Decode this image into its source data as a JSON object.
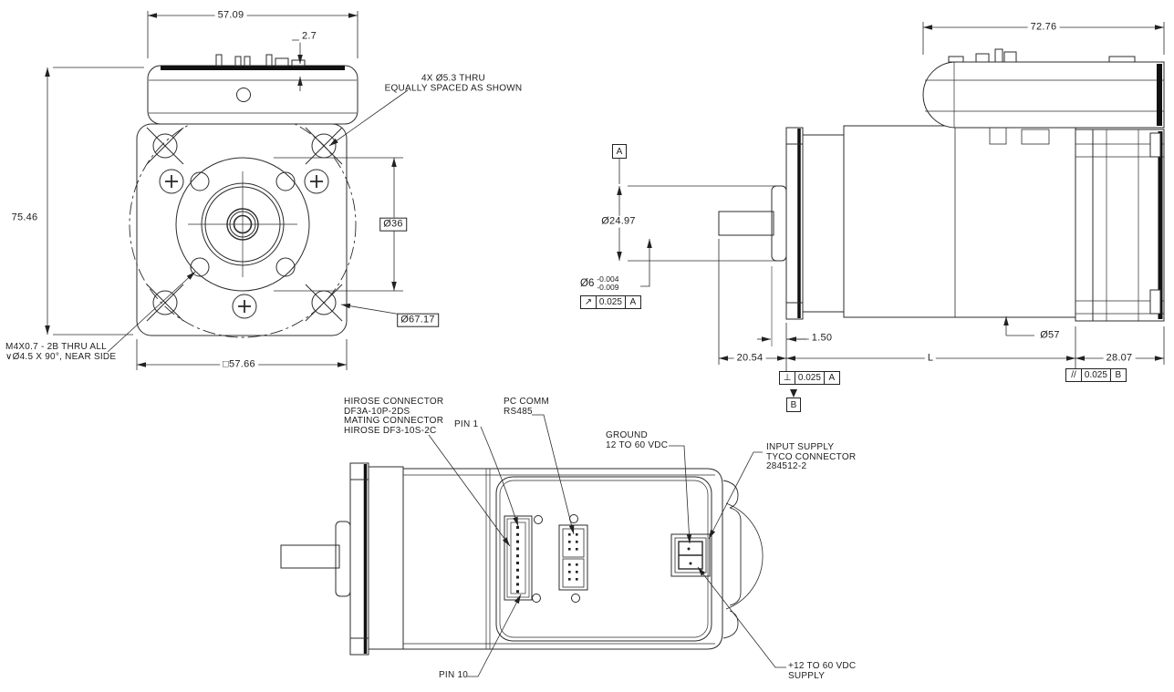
{
  "front": {
    "dim_width": "57.09",
    "dim_step": "2.7",
    "dim_height": "75.46",
    "dim_pilot_dia": "Ø36",
    "dim_bolt_circle_dia": "Ø67.17",
    "dim_square": "□57.66",
    "note_mount_holes": "4X Ø5.3 THRU\nEQUALLY SPACED AS SHOWN",
    "note_tapped": "M4X0.7 - 2B THRU ALL\n∨Ø4.5 X 90°, NEAR SIDE"
  },
  "side": {
    "dim_module_length": "72.76",
    "dim_boss_dia": "Ø24.97",
    "dim_shaft_dia": "Ø6",
    "shaft_tol_upper": "-0.004",
    "shaft_tol_lower": "-0.009",
    "dim_boss_protrusion": "1.50",
    "dim_shaft_length": "20.54",
    "dim_body_length": "L",
    "dim_rear_length": "28.07",
    "dim_body_dia": "Ø57",
    "datum_a": "A",
    "datum_b": "B",
    "fcf_runout": {
      "symbol": "↗",
      "tolerance": "0.025",
      "datum": "A"
    },
    "fcf_perpendicularity": {
      "symbol": "⊥",
      "tolerance": "0.025",
      "datum": "A"
    },
    "fcf_parallelism": {
      "symbol": "//",
      "tolerance": "0.025",
      "datum": "B"
    }
  },
  "bottom": {
    "label_hirose": "HIROSE CONNECTOR\nDF3A-10P-2DS\nMATING CONNECTOR\nHIROSE DF3-10S-2C",
    "label_pin1": "PIN 1",
    "label_pc_comm": "PC COMM\nRS485",
    "label_ground": "GROUND\n12 TO 60 VDC",
    "label_input_supply": "INPUT SUPPLY\nTYCO CONNECTOR\n284512-2",
    "label_pin10": "PIN 10",
    "label_supply": "+12 TO 60 VDC\nSUPPLY"
  }
}
